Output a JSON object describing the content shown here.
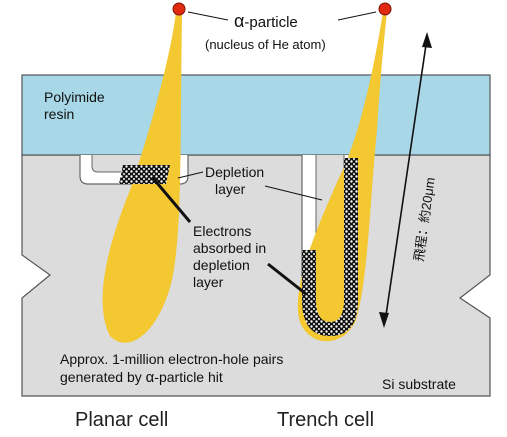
{
  "title": {
    "alpha_symbol": "α",
    "main": "-particle",
    "sub": "(nucleus of He atom)"
  },
  "layers": {
    "resin": [
      "Polyimide",
      "resin"
    ],
    "substrate": "Si substrate"
  },
  "labels": {
    "depletion": [
      "Depletion",
      "layer"
    ],
    "electrons": [
      "Electrons",
      "absorbed in",
      "depletion",
      "layer"
    ],
    "range": "飛程：約20",
    "range_unit": "μm",
    "pairs_line1": "Approx. 1-million electron-hole pairs",
    "pairs_line2_prefix": "generated by ",
    "pairs_alpha": "α",
    "pairs_line2_suffix": "-particle hit"
  },
  "captions": {
    "planar": "Planar cell",
    "trench": "Trench cell"
  },
  "colors": {
    "resin": "#a8d8e8",
    "substrate": "#dcdcdc",
    "track": "#f3c830",
    "particle": "#e02a10",
    "pairs": "#111111"
  }
}
